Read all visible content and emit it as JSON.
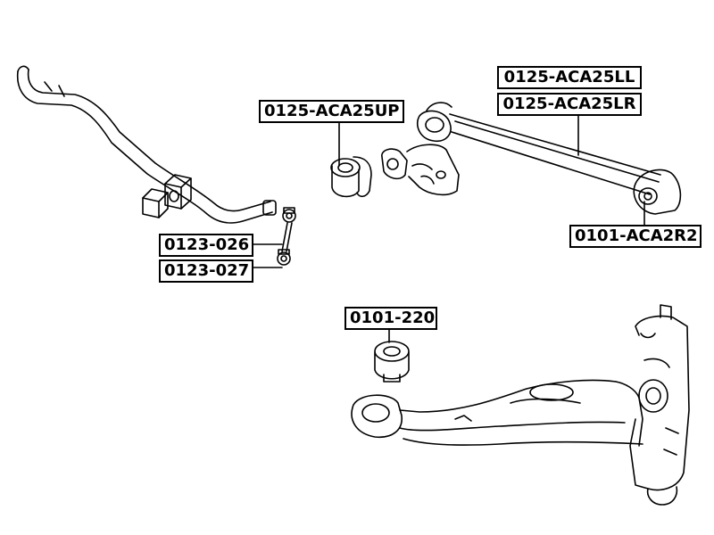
{
  "labels": {
    "aca25ll": "0125-ACA25LL",
    "aca25lr": "0125-ACA25LR",
    "aca25up": "0125-ACA25UP",
    "aca2r2": "0101-ACA2R2",
    "p026": "0123-026",
    "p027": "0123-027",
    "p220": "0101-220"
  },
  "colors": {
    "line": "#000000",
    "background": "#ffffff"
  }
}
